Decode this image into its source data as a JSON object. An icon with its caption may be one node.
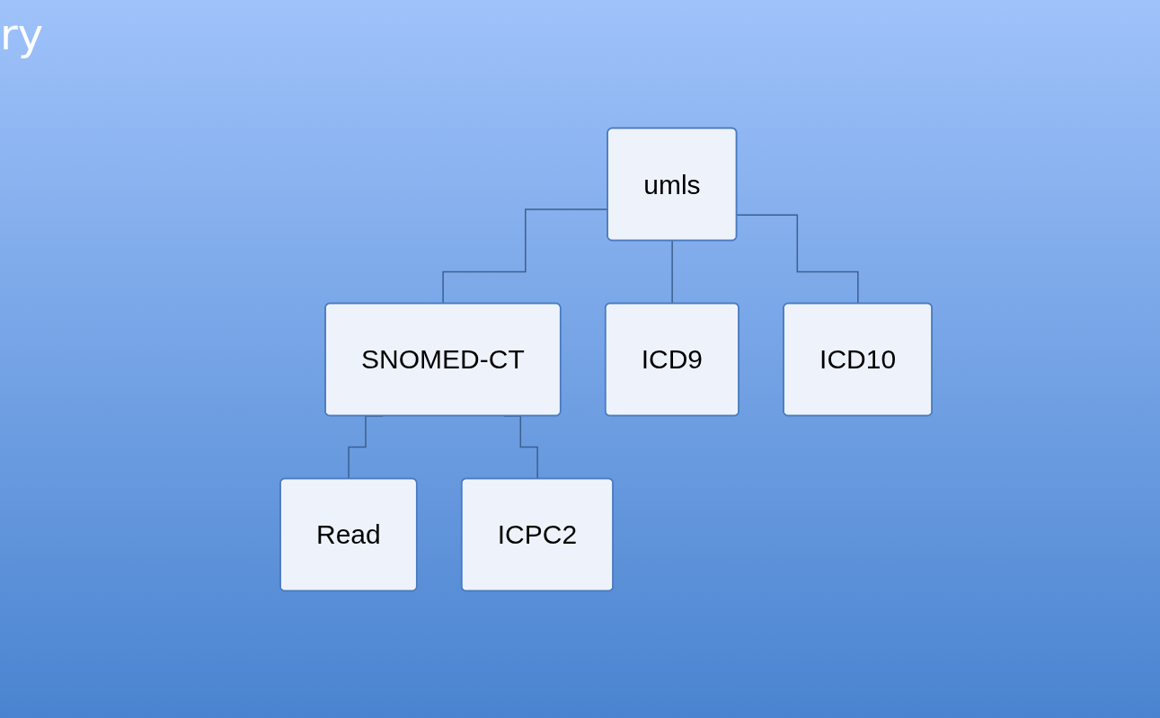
{
  "diagram": {
    "nodes": [
      {
        "text": [
          "umls"
        ]
      },
      {
        "text": [
          "SNOMED-CT"
        ]
      },
      {
        "text": [
          "ICD9"
        ]
      },
      {
        "text": [
          "ICD10"
        ]
      },
      {
        "text": [
          "Read"
        ]
      },
      {
        "text": [
          "ICPC2"
        ]
      }
    ],
    "edges": [
      {
        "from": 0,
        "to": 1,
        "arrow": "none"
      },
      {
        "from": 0,
        "to": 2,
        "arrow": "none"
      },
      {
        "from": 0,
        "to": 3,
        "arrow": "none"
      },
      {
        "from": 1,
        "to": 4,
        "arrow": "none"
      },
      {
        "from": 1,
        "to": 5,
        "arrow": "none"
      }
    ],
    "labels": [
      "ry"
    ]
  }
}
